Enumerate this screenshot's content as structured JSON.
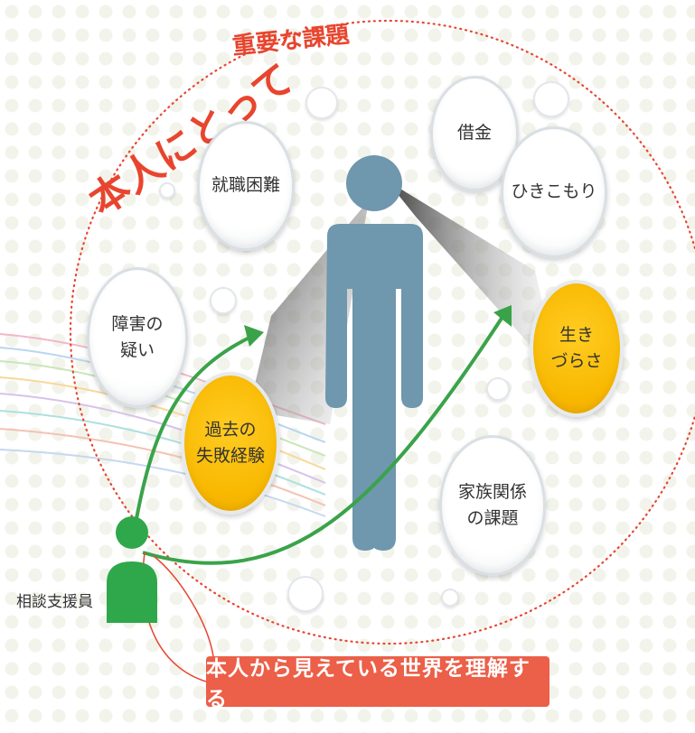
{
  "title": {
    "emphasis": "本人にとって",
    "rest": "重要な課題"
  },
  "bubbles": {
    "shuushoku": "就職困難",
    "shakkin": "借金",
    "hikikomori": "ひきこもり",
    "shougai": "障害の\n疑い",
    "kako": "過去の\n失敗経験",
    "ikizurasa": "生き\nづらさ",
    "kazoku": "家族関係\nの課題"
  },
  "supporter_label": "相談支援員",
  "banner": "本人から見えている世界を理解する",
  "colors": {
    "figure": "#6f97ad",
    "supporter": "#2ea84a",
    "arrow": "#3aa34a",
    "yellow": "#f8b800",
    "red": "#e8452f",
    "banner_bg": "#ec5f48"
  },
  "icons": {
    "person": "person-figure-icon",
    "supporter": "supporter-person-icon"
  }
}
